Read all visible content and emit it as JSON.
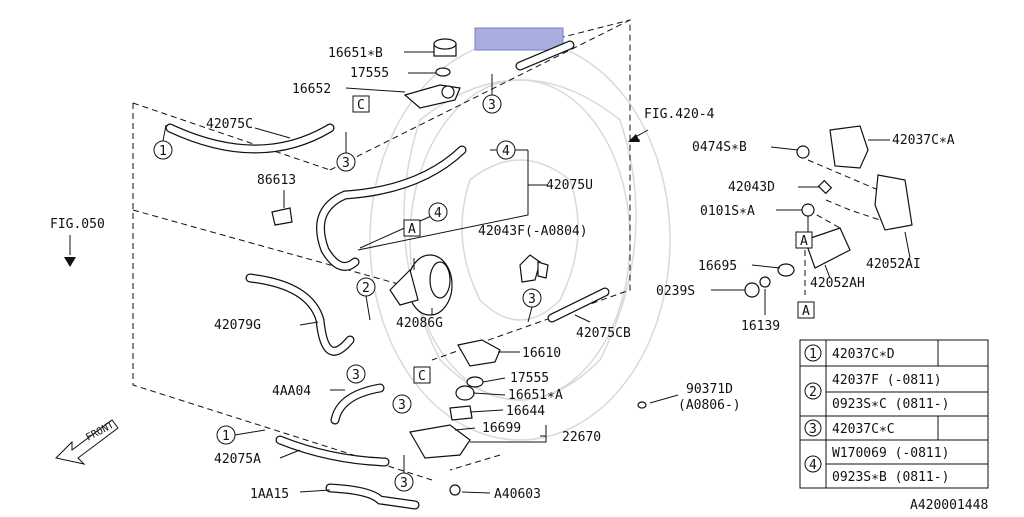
{
  "labels": {
    "p16651B": "16651∗B",
    "p17555a": "17555",
    "p16652": "16652",
    "c_box_top": "C",
    "p42075C": "42075C",
    "p86613": "86613",
    "p42075U": "42075U",
    "p42043F": "42043F(-A0804)",
    "a_box_mid": "A",
    "p42086G": "42086G",
    "fig050": "FIG.050",
    "p42079G": "42079G",
    "p42075CB": "42075CB",
    "p16610": "16610",
    "p17555b": "17555",
    "p16651A": "16651∗A",
    "p16644": "16644",
    "p16699": "16699",
    "p22670": "22670",
    "p4AA04": "4AA04",
    "c_box_bot": "C",
    "p42075A": "42075A",
    "p1AA15": "1AA15",
    "pA40603": "A40603",
    "p90371": "90371D",
    "p90371_sub": "(A0806-)",
    "front": "FRONT",
    "fig420": "FIG.420-4",
    "p0474S": "0474S∗B",
    "p42037CA": "42037C∗A",
    "p42043D": "42043D",
    "p0101S": "0101S∗A",
    "a_box_right_top": "A",
    "p16695": "16695",
    "p42052AI": "42052AI",
    "p42052AH": "42052AH",
    "p0239S": "0239S",
    "p16139": "16139",
    "a_box_right_bot": "A",
    "ref": "A420001448"
  },
  "callouts": [
    "1",
    "2",
    "3",
    "4"
  ],
  "legend": {
    "rows": [
      {
        "num": "1",
        "entries": [
          "42037C∗D"
        ]
      },
      {
        "num": "2",
        "entries": [
          "42037F  (-0811)",
          "0923S∗C (0811-)"
        ]
      },
      {
        "num": "3",
        "entries": [
          "42037C∗C"
        ]
      },
      {
        "num": "4",
        "entries": [
          "W170069 (-0811)",
          "0923S∗B (0811-)"
        ]
      }
    ]
  },
  "colors": {
    "highlight": "#a9aee0",
    "ink": "#111111",
    "watermark": "#d9d9d9"
  }
}
